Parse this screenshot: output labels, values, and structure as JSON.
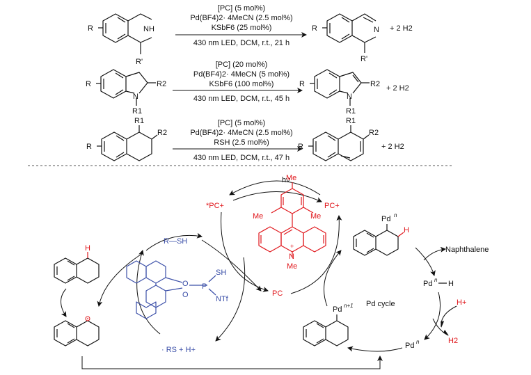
{
  "colors": {
    "black": "#111111",
    "red": "#e0161b",
    "blue": "#3b4fa8"
  },
  "reactions": [
    {
      "conditions": [
        "[PC] (5 mol%)",
        "Pd(BF4)2· 4MeCN (2.5 mol%)",
        "KSbF6 (25 mol%)",
        "430 nm LED, DCM, r.t., 21 h"
      ],
      "sub_labels": {
        "r": "R",
        "nh": "NH",
        "rp": "R'"
      },
      "prod_labels": {
        "r": "R",
        "n": "N",
        "rp": "R'"
      },
      "byproduct": "+ 2 H2"
    },
    {
      "conditions": [
        "[PC] (20 mol%)",
        "Pd(BF4)2· 4MeCN (5 mol%)",
        "KSbF6 (100 mol%)",
        "430 nm LED, DCM, r.t., 45 h"
      ],
      "sub_labels": {
        "r": "R",
        "n": "N",
        "r1": "R1",
        "r2": "R2"
      },
      "prod_labels": {
        "r": "R",
        "n": "N",
        "r1": "R1",
        "r2": "R2"
      },
      "byproduct": "+ 2 H2"
    },
    {
      "conditions": [
        "[PC] (5 mol%)",
        "Pd(BF4)2· 4MeCN (2.5 mol%)",
        "RSH (2.5 mol%)",
        "430 nm LED, DCM, r.t., 47 h"
      ],
      "sub_labels": {
        "r": "R",
        "r1": "R1",
        "r2": "R2"
      },
      "prod_labels": {
        "r": "R",
        "r1": "R1",
        "r2": "R2"
      },
      "byproduct": "+ 2 H2"
    }
  ],
  "mechanism": {
    "hv": "hν",
    "pc_star": "*PC+",
    "pc_plus": "PC+",
    "pc": "PC",
    "acridinium": {
      "n": "N",
      "plus": "+",
      "me": "Me",
      "me_top": "Me",
      "me_left": "Me",
      "me_right": "Me"
    },
    "thiol": "R—SH",
    "thiyl": "· RS  + H+",
    "catalyst": {
      "o1": "O",
      "o2": "O",
      "p": "P",
      "sh": "SH",
      "ntf": "NTf"
    },
    "tetralin_h": "H",
    "pd_int1": {
      "pd": "Pd",
      "n": "n",
      "h": "H"
    },
    "naphthalene": "Naphthalene",
    "pd_h": {
      "pd": "Pd",
      "n": "n",
      "h": "H"
    },
    "hplus": "H+",
    "h2": "H2",
    "pd_n": {
      "pd": "Pd",
      "n": "n"
    },
    "pd_n1": {
      "pd": "Pd",
      "n": "n+1"
    },
    "pd_cycle": "Pd cycle"
  }
}
